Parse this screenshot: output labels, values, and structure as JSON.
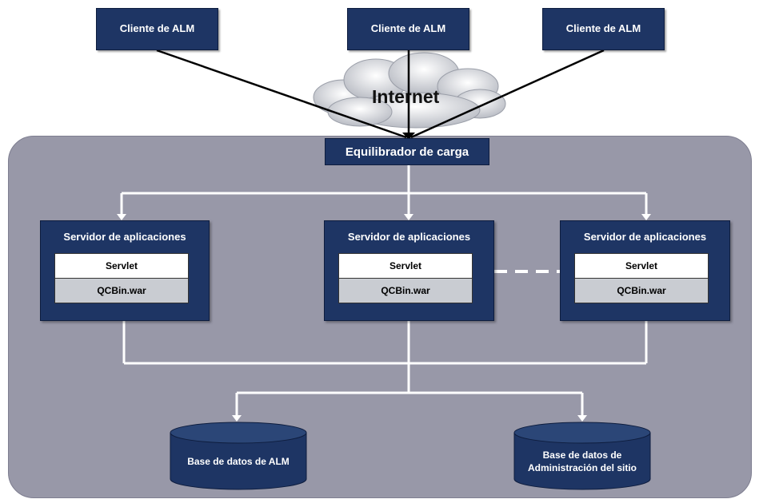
{
  "clients": [
    {
      "label": "Cliente de ALM"
    },
    {
      "label": "Cliente de ALM"
    },
    {
      "label": "Cliente de ALM"
    }
  ],
  "internet": {
    "label": "Internet"
  },
  "load_balancer": {
    "label": "Equilibrador de carga"
  },
  "servers": [
    {
      "title": "Servidor de aplicaciones",
      "servlet": "Servlet",
      "war": "QCBin.war"
    },
    {
      "title": "Servidor de aplicaciones",
      "servlet": "Servlet",
      "war": "QCBin.war"
    },
    {
      "title": "Servidor de aplicaciones",
      "servlet": "Servlet",
      "war": "QCBin.war"
    }
  ],
  "databases": {
    "alm": {
      "label": "Base de datos de ALM"
    },
    "site_admin": {
      "line1": "Base de datos de",
      "line2": "Administración del sitio"
    }
  },
  "colors": {
    "node": "#1e3564",
    "panel": "#9898a8",
    "war_bg": "#c9ccd2"
  }
}
